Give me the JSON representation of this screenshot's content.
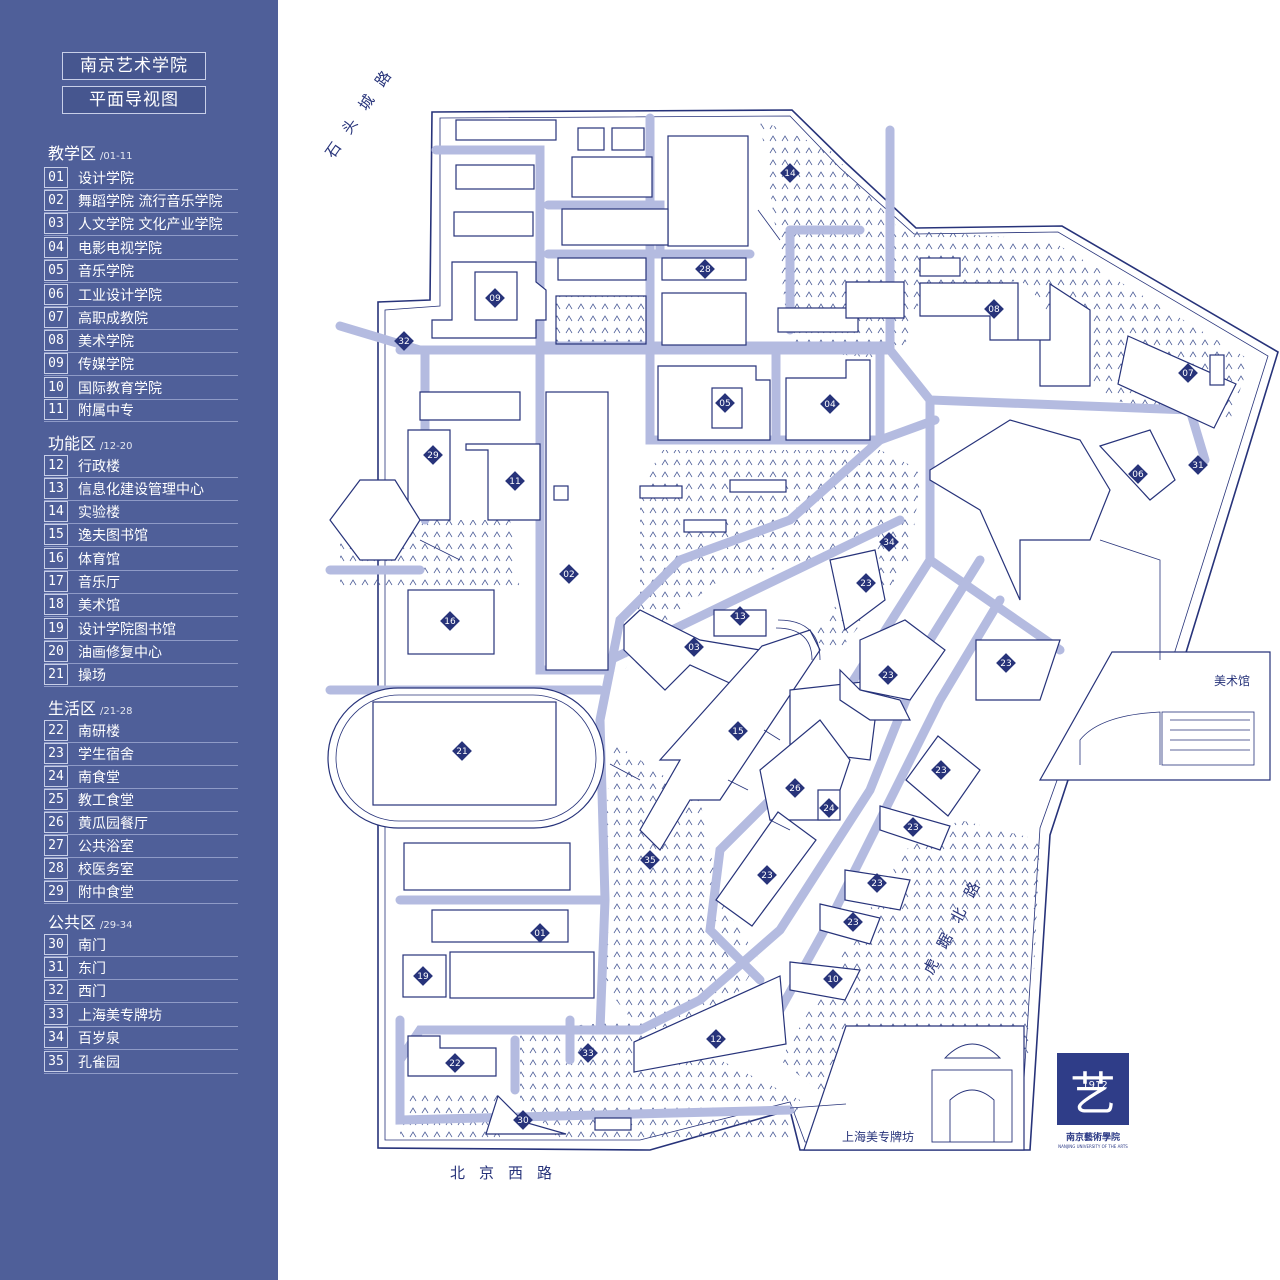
{
  "title": {
    "line1": "南京艺术学院",
    "line2": "平面导视图"
  },
  "sections": [
    {
      "name": "教学区",
      "range": "/01-11",
      "items": [
        {
          "num": "01",
          "name": "设计学院"
        },
        {
          "num": "02",
          "name": "舞蹈学院 流行音乐学院"
        },
        {
          "num": "03",
          "name": "人文学院 文化产业学院"
        },
        {
          "num": "04",
          "name": "电影电视学院"
        },
        {
          "num": "05",
          "name": "音乐学院"
        },
        {
          "num": "06",
          "name": "工业设计学院"
        },
        {
          "num": "07",
          "name": "高职成教院"
        },
        {
          "num": "08",
          "name": "美术学院"
        },
        {
          "num": "09",
          "name": "传媒学院"
        },
        {
          "num": "10",
          "name": "国际教育学院"
        },
        {
          "num": "11",
          "name": "附属中专"
        }
      ]
    },
    {
      "name": "功能区",
      "range": "/12-20",
      "items": [
        {
          "num": "12",
          "name": "行政楼"
        },
        {
          "num": "13",
          "name": "信息化建设管理中心"
        },
        {
          "num": "14",
          "name": "实验楼"
        },
        {
          "num": "15",
          "name": "逸夫图书馆"
        },
        {
          "num": "16",
          "name": "体育馆"
        },
        {
          "num": "17",
          "name": "音乐厅"
        },
        {
          "num": "18",
          "name": "美术馆"
        },
        {
          "num": "19",
          "name": "设计学院图书馆"
        },
        {
          "num": "20",
          "name": "油画修复中心"
        },
        {
          "num": "21",
          "name": "操场"
        }
      ]
    },
    {
      "name": "生活区",
      "range": "/21-28",
      "items": [
        {
          "num": "22",
          "name": "南研楼"
        },
        {
          "num": "23",
          "name": "学生宿舍"
        },
        {
          "num": "24",
          "name": "南食堂"
        },
        {
          "num": "25",
          "name": "教工食堂"
        },
        {
          "num": "26",
          "name": "黄瓜园餐厅"
        },
        {
          "num": "27",
          "name": "公共浴室"
        },
        {
          "num": "28",
          "name": "校医务室"
        },
        {
          "num": "29",
          "name": "附中食堂"
        }
      ]
    },
    {
      "name": "公共区",
      "range": "/29-34",
      "items": [
        {
          "num": "30",
          "name": "南门"
        },
        {
          "num": "31",
          "name": "东门"
        },
        {
          "num": "32",
          "name": "西门"
        },
        {
          "num": "33",
          "name": "上海美专牌坊"
        },
        {
          "num": "34",
          "name": "百岁泉"
        },
        {
          "num": "35",
          "name": "孔雀园"
        }
      ]
    }
  ],
  "roads": {
    "west": "石头城路",
    "south": "北京西路",
    "east": "虎踞北路"
  },
  "insets": {
    "gallery": "美术馆",
    "arch": "上海美专牌坊"
  },
  "logo": {
    "glyph": "艺",
    "year": "1912",
    "cn": "南京藝術學院",
    "en": "NANJING UNIVERSITY OF THE ARTS"
  },
  "markers": [
    "01",
    "02",
    "03",
    "04",
    "05",
    "06",
    "07",
    "08",
    "09",
    "10",
    "11",
    "12",
    "13",
    "14",
    "15",
    "16",
    "19",
    "21",
    "22",
    "23",
    "23",
    "23",
    "23",
    "23",
    "23",
    "23",
    "23",
    "24",
    "26",
    "28",
    "29",
    "30",
    "31",
    "32",
    "33",
    "34",
    "35"
  ],
  "colors": {
    "sidebar": "#4f5f99",
    "road": "#b4bbe0",
    "line": "#27337a",
    "marker": "#27337a"
  }
}
